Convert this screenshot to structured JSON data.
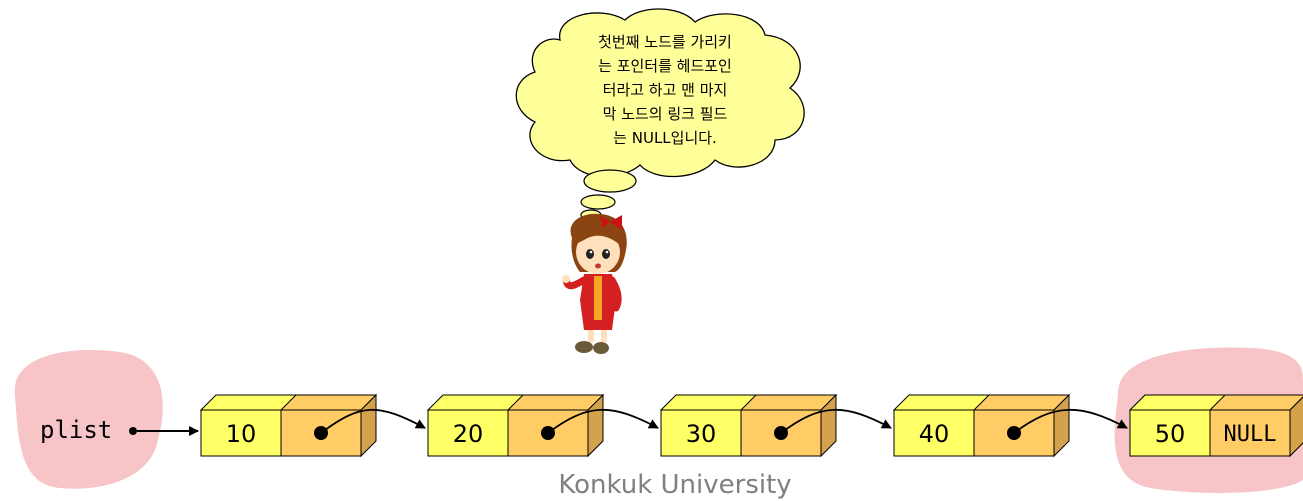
{
  "callout": {
    "lines": [
      "첫번째 노드를 가리키",
      "는 포인터를 헤드포인",
      "터라고 하고 맨 마지",
      "막 노드의 링크 필드",
      "는 NULL입니다."
    ]
  },
  "list": {
    "head_label": "plist",
    "nodes": [
      {
        "data": "10",
        "link": ""
      },
      {
        "data": "20",
        "link": ""
      },
      {
        "data": "30",
        "link": ""
      },
      {
        "data": "40",
        "link": ""
      },
      {
        "data": "50",
        "link": "NULL"
      }
    ]
  },
  "footer": {
    "text": "Konkuk University"
  },
  "colors": {
    "data_fill": "#ffff66",
    "link_fill": "#ffcc66",
    "blob": "#f7c4c8",
    "cloud": "#ffff99"
  }
}
